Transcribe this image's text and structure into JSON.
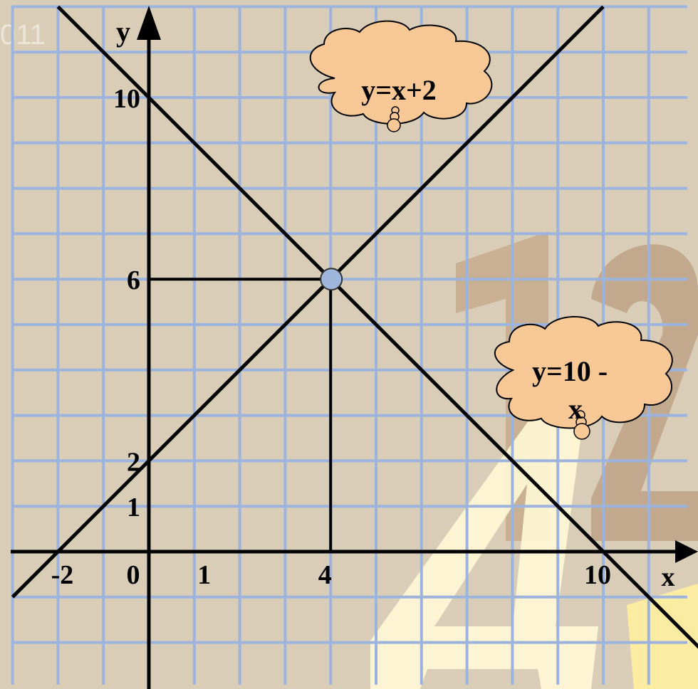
{
  "watermark": {
    "text": "011"
  },
  "axes": {
    "x_label": "x",
    "y_label": "y",
    "x_ticks": [
      {
        "value": -2,
        "text": "-2"
      },
      {
        "value": 0,
        "text": "0"
      },
      {
        "value": 1,
        "text": "1"
      },
      {
        "value": 4,
        "text": "4"
      },
      {
        "value": 10,
        "text": "10"
      }
    ],
    "y_ticks": [
      {
        "value": 10,
        "text": "10"
      },
      {
        "value": 6,
        "text": "6"
      },
      {
        "value": 2,
        "text": "2"
      },
      {
        "value": 1,
        "text": "1"
      }
    ]
  },
  "lines": [
    {
      "label": "y=x+2",
      "slope": 1,
      "intercept": 2
    },
    {
      "label": "y=10 - x",
      "slope": -1,
      "intercept": 10
    }
  ],
  "clouds": {
    "line1": "y=x+2",
    "line2_part1": "y=10 -",
    "line2_part2": "x"
  },
  "intersection": {
    "x": 4,
    "y": 6
  },
  "colors": {
    "background": "#d9cdb8",
    "grid": "#9bb3dd",
    "line": "#000000",
    "cloud_fill": "#f7c895",
    "point_fill": "#9fb6dc",
    "big_number_brown": "#c4a585",
    "big_number_light": "#fff8d5"
  }
}
